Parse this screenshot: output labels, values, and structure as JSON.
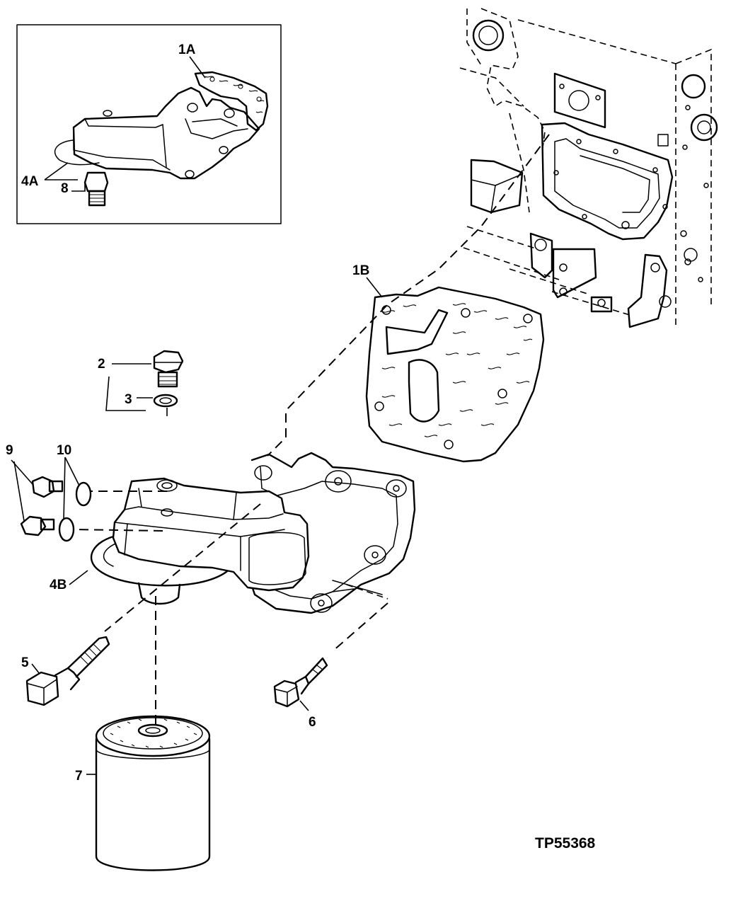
{
  "labels": {
    "l_1a": "1A",
    "l_1b": "1B",
    "l_2": "2",
    "l_3": "3",
    "l_4a": "4A",
    "l_4b": "4B",
    "l_5": "5",
    "l_6": "6",
    "l_7": "7",
    "l_8": "8",
    "l_9": "9",
    "l_10": "10"
  },
  "figure_id": "TP55368",
  "colors": {
    "line": "#000000",
    "background": "#ffffff"
  }
}
